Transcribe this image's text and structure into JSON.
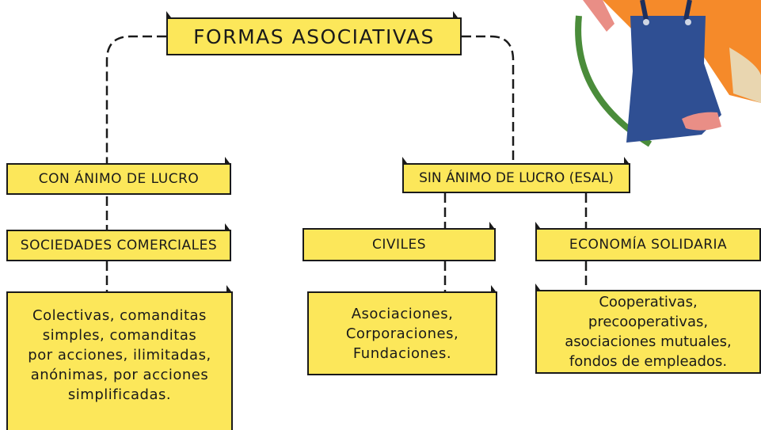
{
  "title": "FORMAS ASOCIATIVAS",
  "left_branch": {
    "heading": "CON ÁNIMO DE LUCRO",
    "subheading": "SOCIEDADES COMERCIALES",
    "content": [
      "Colectivas, comanditas",
      "simples, comanditas",
      "por acciones, ilimitadas,",
      "anónimas, por acciones",
      "simplificadas."
    ]
  },
  "right_branch": {
    "heading": "SIN ÁNIMO DE LUCRO (ESAL)",
    "civiles": {
      "heading": "CIVILES",
      "content": [
        "Asociaciones,",
        "Corporaciones,",
        "Fundaciones."
      ]
    },
    "solidaria": {
      "heading": "ECONOMÍA SOLIDARIA",
      "content": [
        "Cooperativas, precooperativas,",
        "asociaciones mutuales,",
        "fondos de empleados."
      ]
    }
  },
  "illustration": {
    "icon": "person-with-apron-illustration",
    "colors": {
      "shirt": "#f58a2a",
      "apron": "#2f4f93",
      "skin": "#e98e86",
      "ring": "#4a8c3a"
    }
  }
}
